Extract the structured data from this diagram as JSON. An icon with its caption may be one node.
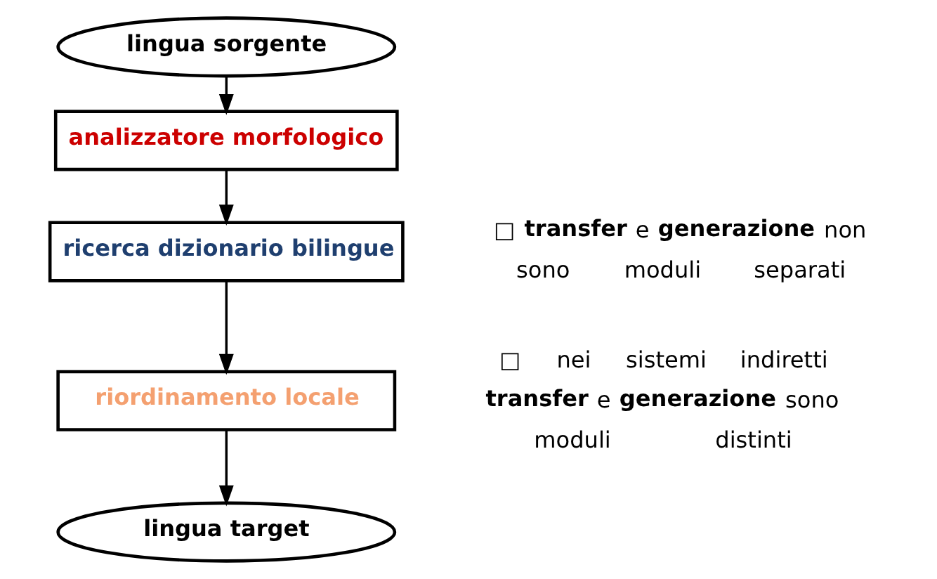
{
  "diagram": {
    "nodes": [
      {
        "text": [
          "lingua sorgente"
        ]
      },
      {
        "text": [
          "analizzatore morfologico"
        ]
      },
      {
        "text": [
          "ricerca dizionario bilingue"
        ]
      },
      {
        "text": [
          "riordinamento locale"
        ]
      },
      {
        "text": [
          "lingua target"
        ]
      }
    ],
    "edges": [
      {
        "from": 0,
        "to": 1,
        "arrow": "to"
      },
      {
        "from": 1,
        "to": 2,
        "arrow": "to"
      },
      {
        "from": 2,
        "to": 3,
        "arrow": "to"
      },
      {
        "from": 3,
        "to": 4,
        "arrow": "to"
      }
    ],
    "labels": [
      "□ **transfer** e **generazione** non sono moduli separati",
      "□ nei sistemi indiretti **transfer** e **generazione** sono moduli distinti"
    ]
  }
}
